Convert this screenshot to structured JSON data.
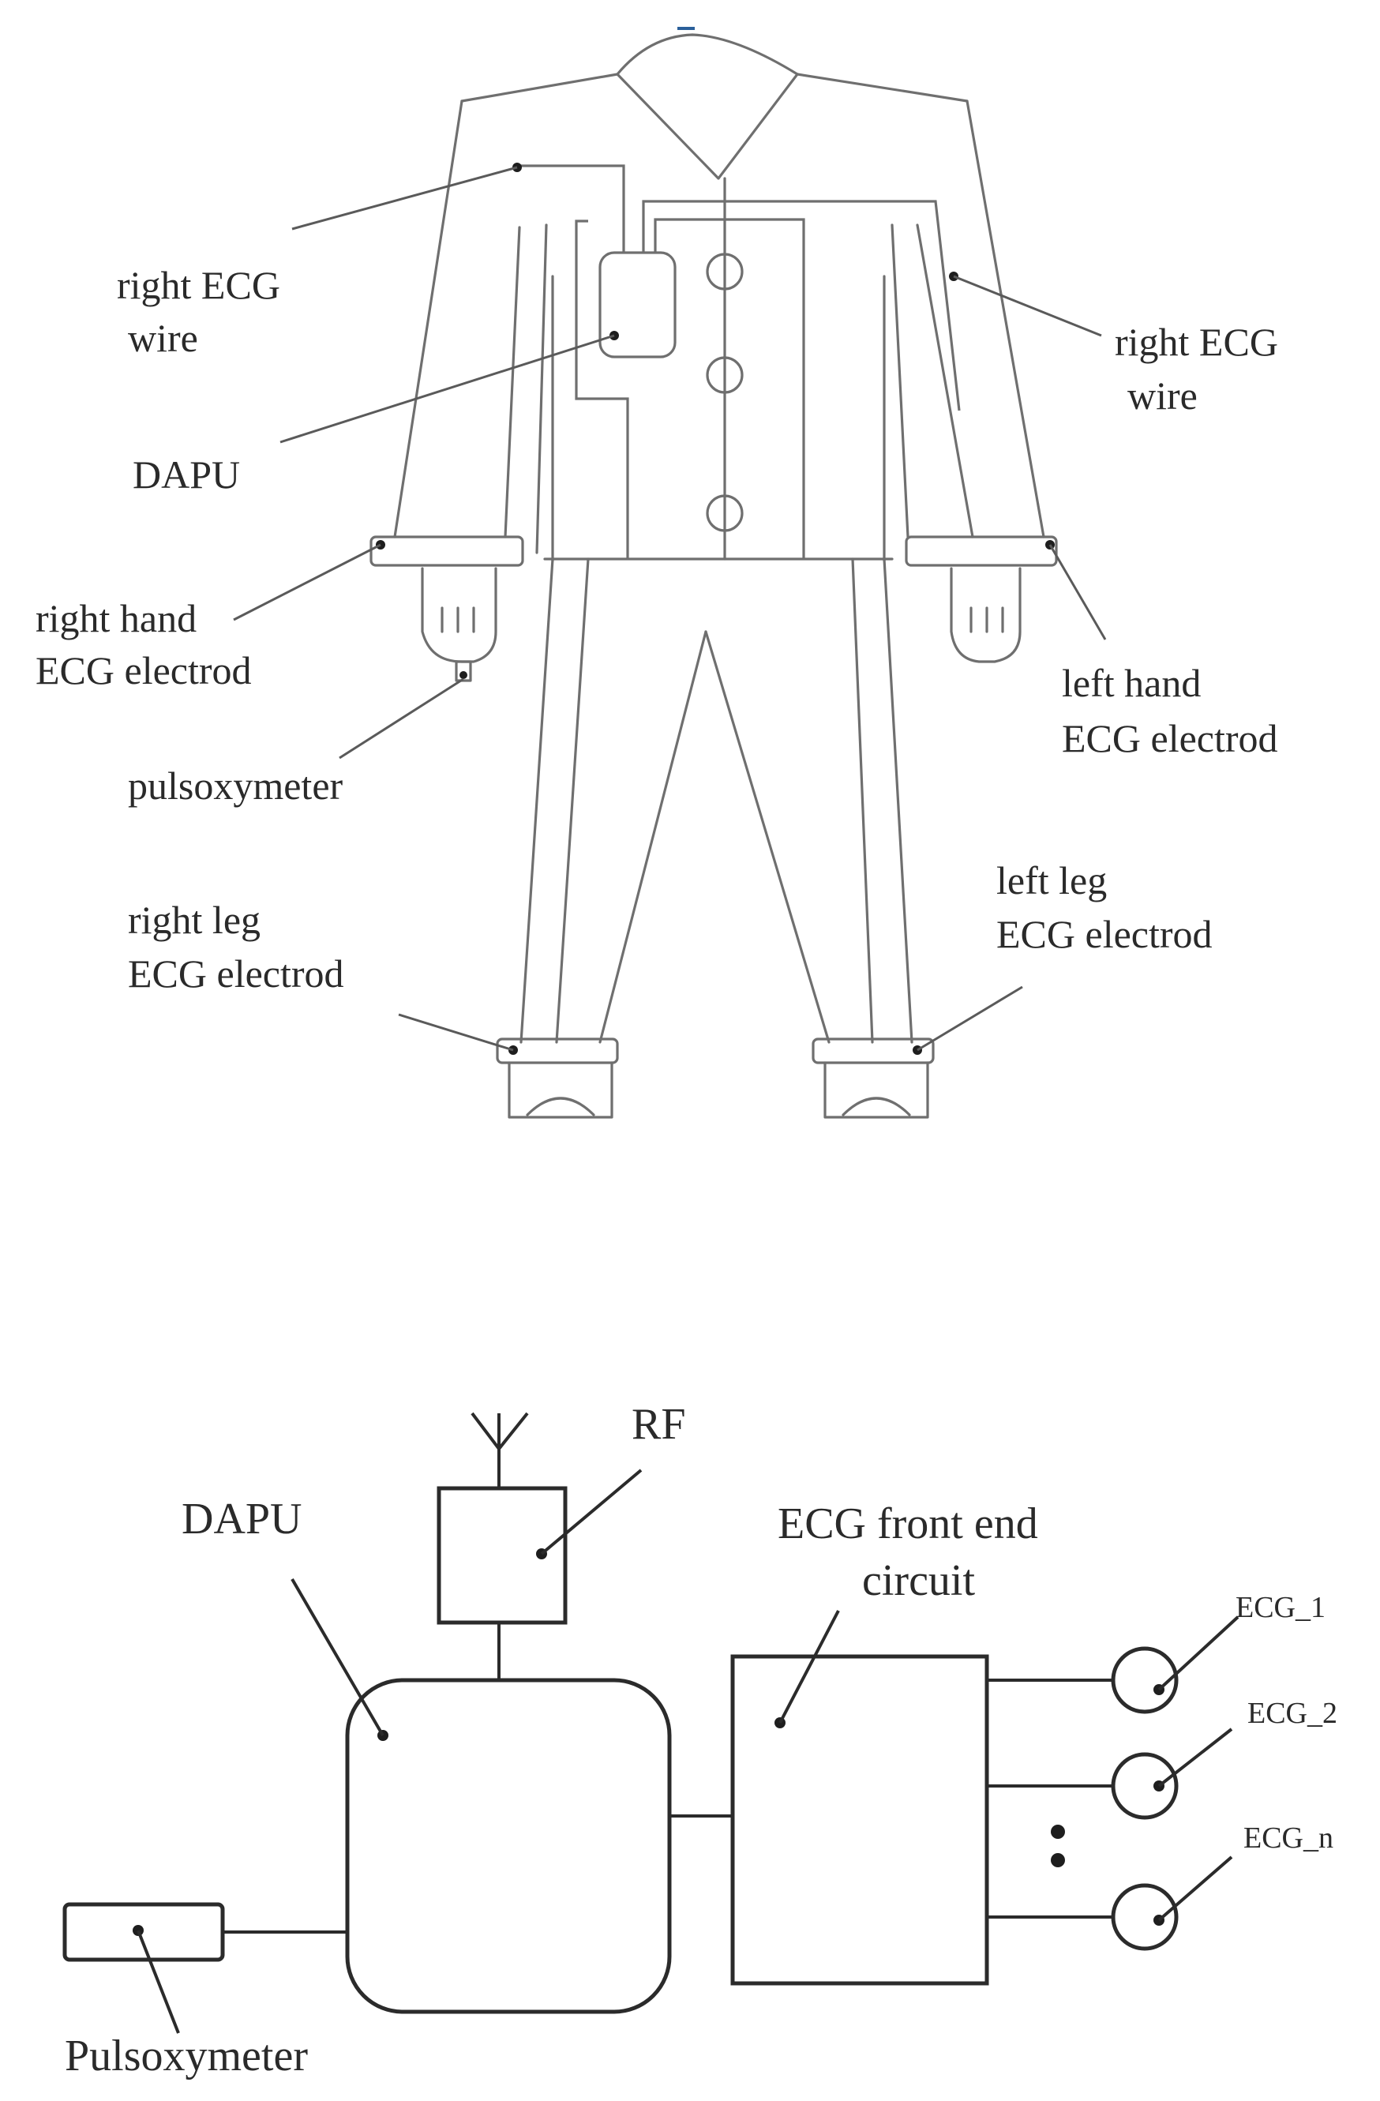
{
  "suit_labels": {
    "right_ecg_wire_left": [
      "right ECG",
      "wire"
    ],
    "right_ecg_wire_right": [
      "right ECG",
      "wire"
    ],
    "dapu": "DAPU",
    "right_hand_electrode": [
      "right hand",
      "ECG electrod"
    ],
    "left_hand_electrode": [
      "left hand",
      "ECG electrod"
    ],
    "pulsoxymeter": "pulsoxymeter",
    "right_leg_electrode": [
      "right leg",
      "ECG electrod"
    ],
    "left_leg_electrode": [
      "left leg",
      "ECG electrod"
    ]
  },
  "block_labels": {
    "rf": "RF",
    "dapu": "DAPU",
    "ecg_front_end": [
      "ECG front end",
      "circuit"
    ],
    "ecg_1": "ECG_1",
    "ecg_2": "ECG_2",
    "ecg_n": "ECG_n",
    "pulsoxymeter": "Pulsoxymeter"
  }
}
